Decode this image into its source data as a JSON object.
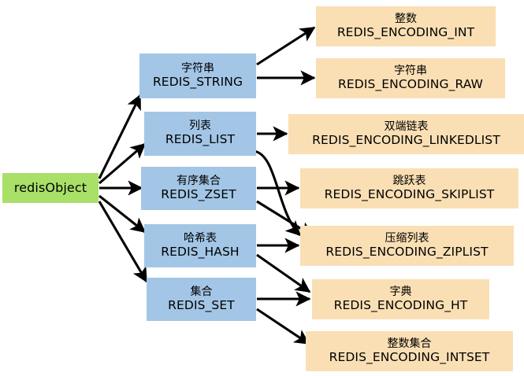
{
  "diagram": {
    "title": "redisObject type and encoding mapping",
    "colors": {
      "root_fill": "#a9e068",
      "type_fill": "#a3c6e6",
      "encoding_fill": "#fadfb4",
      "edge": "#000000",
      "background": "#ffffff",
      "text": "#000000"
    },
    "root": {
      "label": "redisObject"
    },
    "types": [
      {
        "cn": "字符串",
        "code": "REDIS_STRING"
      },
      {
        "cn": "列表",
        "code": "REDIS_LIST"
      },
      {
        "cn": "有序集合",
        "code": "REDIS_ZSET"
      },
      {
        "cn": "哈希表",
        "code": "REDIS_HASH"
      },
      {
        "cn": "集合",
        "code": "REDIS_SET"
      }
    ],
    "encodings": [
      {
        "cn": "整数",
        "code": "REDIS_ENCODING_INT"
      },
      {
        "cn": "字符串",
        "code": "REDIS_ENCODING_RAW"
      },
      {
        "cn": "双端链表",
        "code": "REDIS_ENCODING_LINKEDLIST"
      },
      {
        "cn": "跳跃表",
        "code": "REDIS_ENCODING_SKIPLIST"
      },
      {
        "cn": "压缩列表",
        "code": "REDIS_ENCODING_ZIPLIST"
      },
      {
        "cn": "字典",
        "code": "REDIS_ENCODING_HT"
      },
      {
        "cn": "整数集合",
        "code": "REDIS_ENCODING_INTSET"
      }
    ],
    "edges": [
      {
        "from": "redisObject",
        "to": "REDIS_STRING"
      },
      {
        "from": "redisObject",
        "to": "REDIS_LIST"
      },
      {
        "from": "redisObject",
        "to": "REDIS_ZSET"
      },
      {
        "from": "redisObject",
        "to": "REDIS_HASH"
      },
      {
        "from": "redisObject",
        "to": "REDIS_SET"
      },
      {
        "from": "REDIS_STRING",
        "to": "REDIS_ENCODING_INT"
      },
      {
        "from": "REDIS_STRING",
        "to": "REDIS_ENCODING_RAW"
      },
      {
        "from": "REDIS_LIST",
        "to": "REDIS_ENCODING_LINKEDLIST"
      },
      {
        "from": "REDIS_LIST",
        "to": "REDIS_ENCODING_ZIPLIST"
      },
      {
        "from": "REDIS_ZSET",
        "to": "REDIS_ENCODING_SKIPLIST"
      },
      {
        "from": "REDIS_ZSET",
        "to": "REDIS_ENCODING_ZIPLIST"
      },
      {
        "from": "REDIS_HASH",
        "to": "REDIS_ENCODING_ZIPLIST"
      },
      {
        "from": "REDIS_HASH",
        "to": "REDIS_ENCODING_HT"
      },
      {
        "from": "REDIS_SET",
        "to": "REDIS_ENCODING_HT"
      },
      {
        "from": "REDIS_SET",
        "to": "REDIS_ENCODING_INTSET"
      }
    ]
  }
}
